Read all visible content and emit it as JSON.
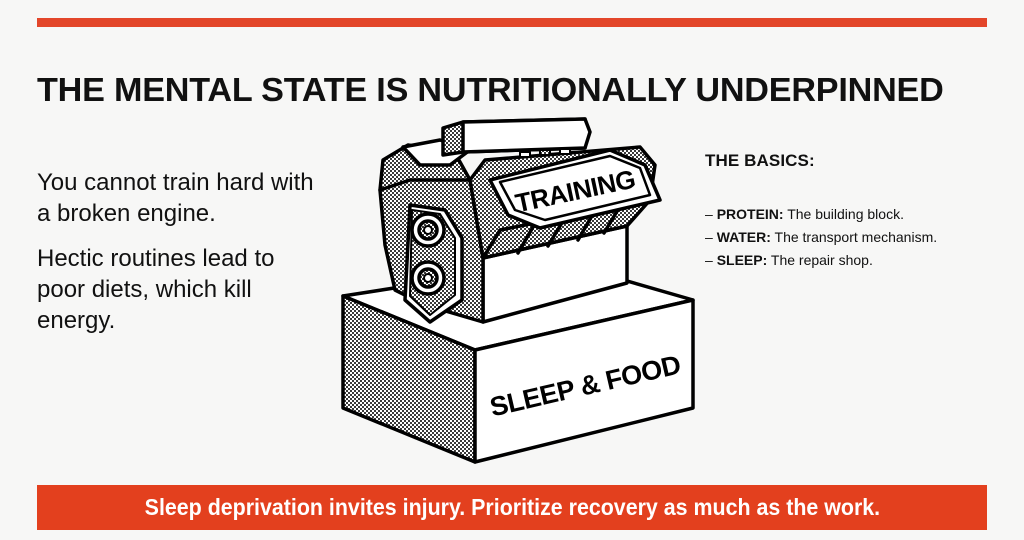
{
  "colors": {
    "accent": "#e3462a",
    "banner_bg": "#e3401e",
    "text": "#111111",
    "background": "#f7f7f6"
  },
  "header": {
    "title": "THE MENTAL STATE IS NUTRITIONALLY UNDERPINNED"
  },
  "left_copy": {
    "paragraphs": [
      "You cannot train hard with a broken engine.",
      "Hectic routines lead to poor diets, which kill energy."
    ]
  },
  "illustration": {
    "engine_label": "TRAINING",
    "base_label": "SLEEP & FOOD",
    "icon": "engine-on-pedestal-icon"
  },
  "basics": {
    "title": "THE BASICS:",
    "items": [
      {
        "prefix": "– ",
        "term": "PROTEIN:",
        "desc": " The building block."
      },
      {
        "prefix": "– ",
        "term": "WATER:",
        "desc": " The transport mechanism."
      },
      {
        "prefix": "– ",
        "term": "SLEEP:",
        "desc": " The repair shop."
      }
    ]
  },
  "banner": {
    "text": "Sleep deprivation invites injury. Prioritize recovery as much as the work."
  }
}
